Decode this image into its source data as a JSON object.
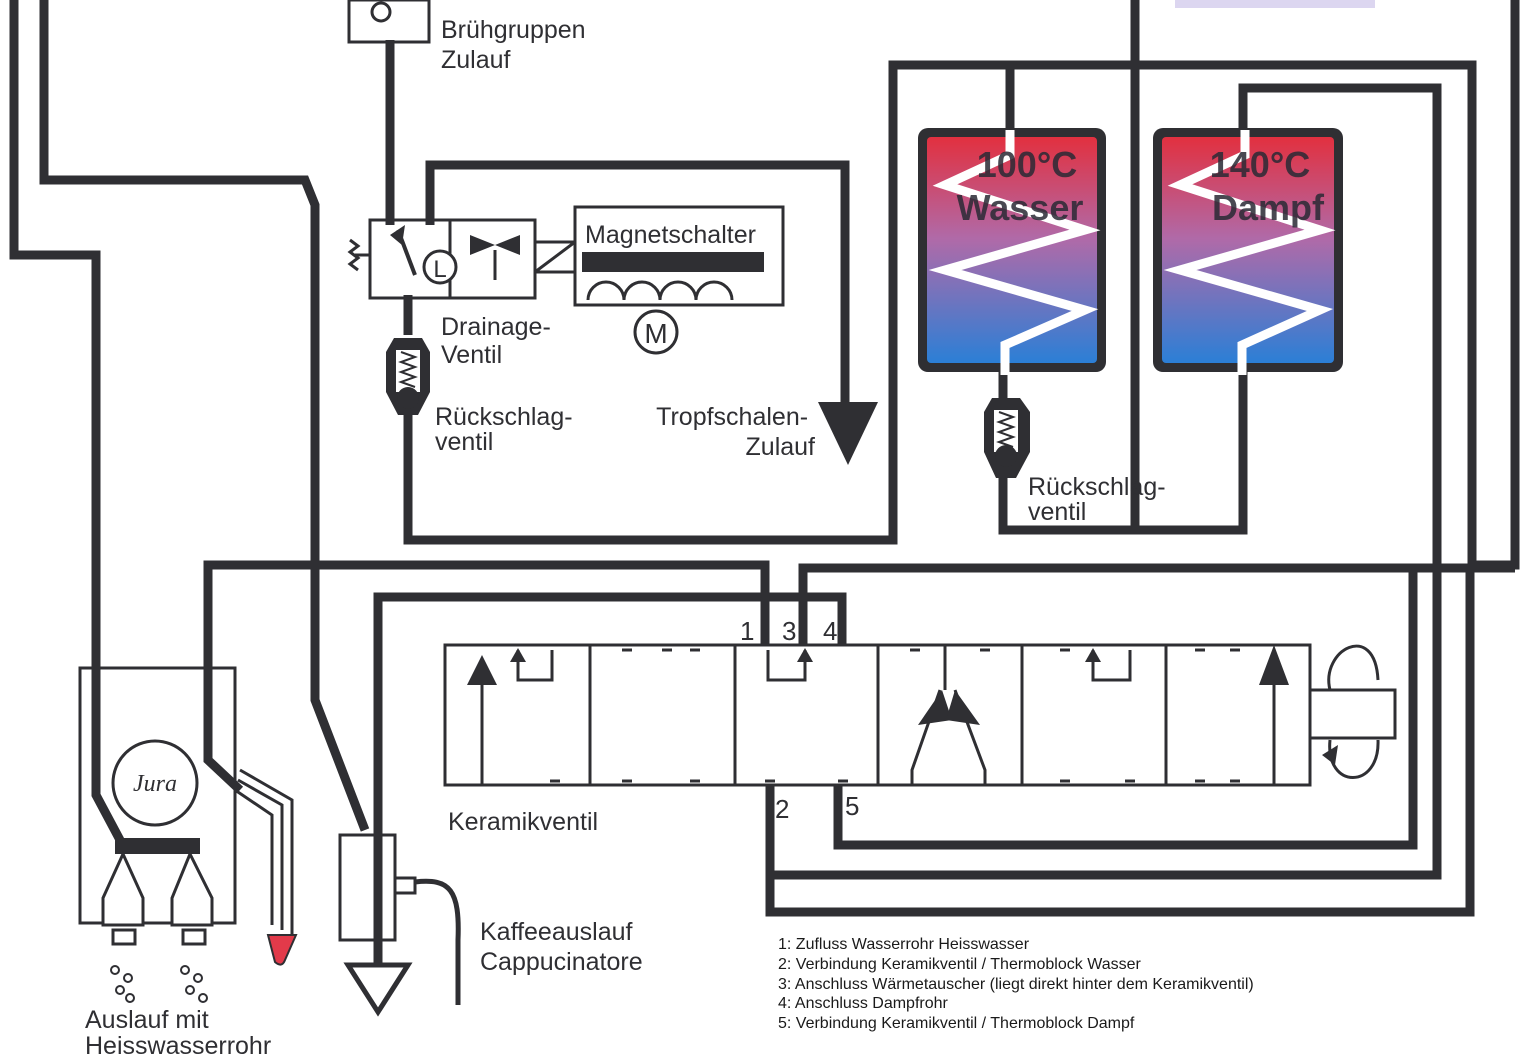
{
  "labels": {
    "bruehgruppen_zulauf": [
      "Brühgruppen",
      "Zulauf"
    ],
    "magnetschalter": "Magnetschalter",
    "motor": "M",
    "drainage_ventil": [
      "Drainage-",
      "Ventil"
    ],
    "rueckschlagventil_left": [
      "Rückschlag-",
      "ventil"
    ],
    "tropfschalen_zulauf": [
      "Tropfschalen-",
      "Zulauf"
    ],
    "thermoblock_wasser": [
      "100°C",
      "Wasser"
    ],
    "thermoblock_dampf": [
      "140°C",
      "Dampf"
    ],
    "rueckschlagventil_right": [
      "Rückschlag-",
      "ventil"
    ],
    "keramikventil": "Keramikventil",
    "kaffeeauslauf": [
      "Kaffeeauslauf",
      "Cappucinatore"
    ],
    "auslauf": [
      "Auslauf mit",
      "Heisswasserrohr"
    ],
    "logo": "Jura",
    "drainage_symbol": "L"
  },
  "ports": {
    "p1": "1",
    "p3": "3",
    "p4": "4",
    "p2": "2",
    "p5": "5"
  },
  "legend": [
    "1: Zufluss Wasserrohr Heisswasser",
    "2: Verbindung Keramikventil / Thermoblock Wasser",
    "3: Anschluss Wärmetauscher (liegt direkt hinter dem Keramikventil)",
    "4: Anschluss Dampfrohr",
    "5: Verbindung Keramikventil / Thermoblock Dampf"
  ],
  "colors": {
    "pipe": "#2f2f33",
    "heat_top": "#e2303f",
    "heat_bottom": "#2b7fd6",
    "drop": "#e23a4a"
  }
}
